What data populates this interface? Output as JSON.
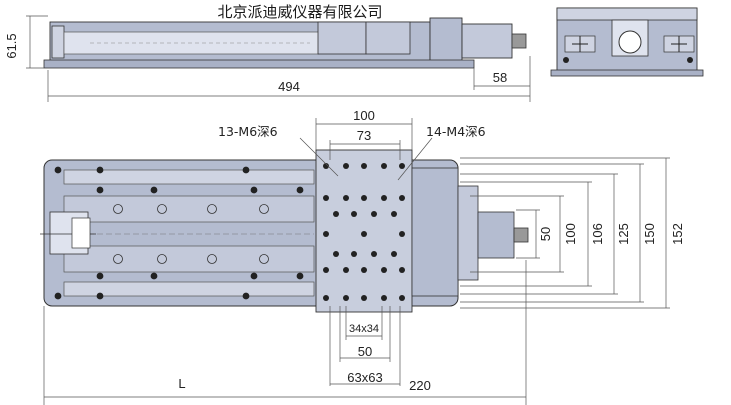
{
  "company": "北京派迪威仪器有限公司",
  "side_view": {
    "height_label": "61.5",
    "length_label": "494",
    "motor_offset_label": "58"
  },
  "plan_view": {
    "top_dims": {
      "outer": "100",
      "inner": "73"
    },
    "callouts": {
      "m6_holes": "13-M6深6",
      "m4_holes": "14-M4深6"
    },
    "right_dims": [
      "50",
      "100",
      "106",
      "125",
      "150",
      "152"
    ],
    "bottom_dims": {
      "hole_34": "34x34",
      "hole_50": "50",
      "hole_63": "63x63",
      "offset_220": "220",
      "length": "L"
    }
  },
  "colors": {
    "body": "#b4bcd0",
    "rail": "#cfd4e2",
    "line": "#333333",
    "bolt": "#222222"
  }
}
